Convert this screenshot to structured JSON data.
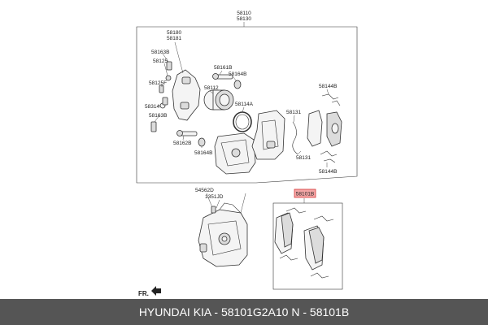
{
  "labels": {
    "top_a": "58110",
    "top_b": "58130",
    "carrier_a": "58180",
    "carrier_b": "58181",
    "p58163b": "58163B",
    "p58125": "58125",
    "p58125f": "58125F",
    "p58314": "58314",
    "p58163b_2": "58163B",
    "p58161b": "58161B",
    "p58164b": "58164B",
    "p58112": "58112",
    "p58114a": "58114A",
    "p58162b": "58162B",
    "p58164b_2": "58164B",
    "p58144b": "58144B",
    "p58131": "58131",
    "p58131_2": "58131",
    "p58144b_2": "58144B",
    "p54562d": "54562D",
    "p1351jd": "1351JD",
    "p58101b": "58101B",
    "fr": "FR."
  },
  "colors": {
    "highlight_fill": "#f4a6a6",
    "highlight_stroke": "#d83b3b",
    "footer_bg": "#555555"
  },
  "footer": {
    "text": "HYUNDAI  KIA - 58101G2A10      N - 58101B"
  }
}
